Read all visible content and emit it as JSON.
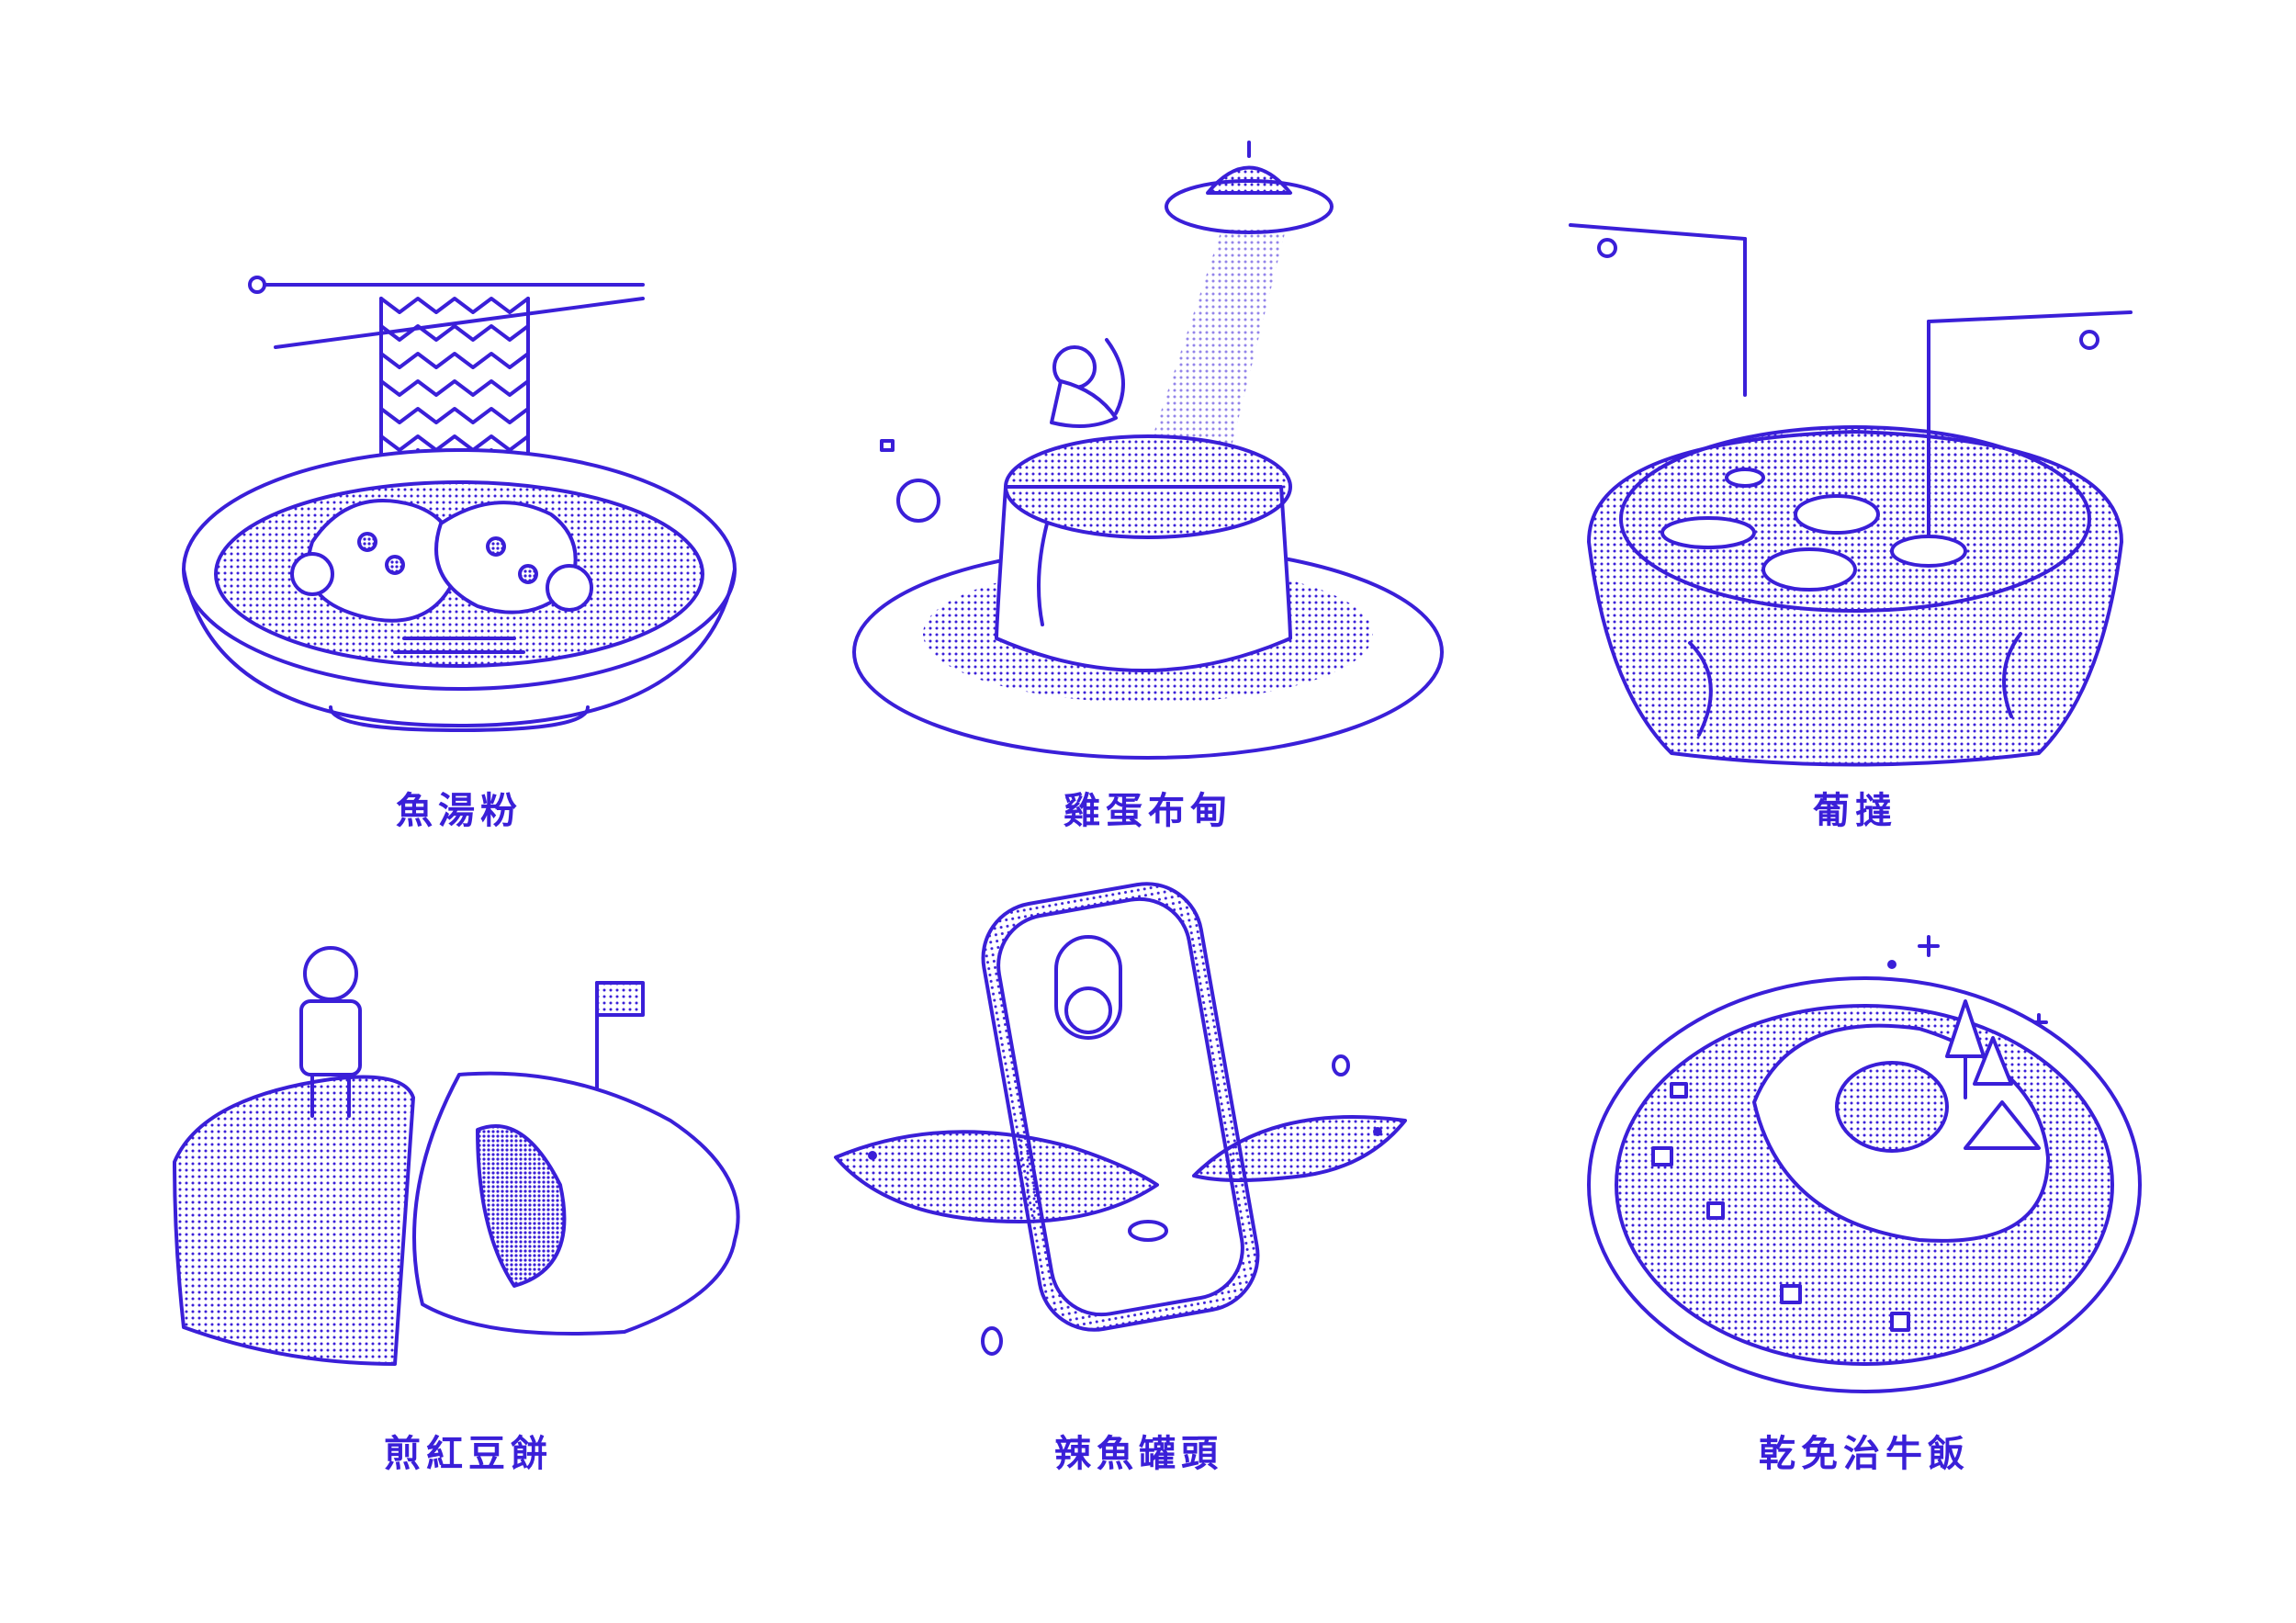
{
  "ink_color": "#3a1fd8",
  "dishes": [
    {
      "title": "魚湯粉",
      "icon": "fish-soup-noodles-icon"
    },
    {
      "title": "雞蛋布甸",
      "icon": "egg-pudding-icon"
    },
    {
      "title": "葡撻",
      "icon": "egg-tart-icon"
    },
    {
      "title": "煎紅豆餅",
      "icon": "red-bean-pancake-icon"
    },
    {
      "title": "辣魚罐頭",
      "icon": "spicy-sardine-can-icon"
    },
    {
      "title": "乾免治牛飯",
      "icon": "minced-beef-rice-icon"
    }
  ]
}
